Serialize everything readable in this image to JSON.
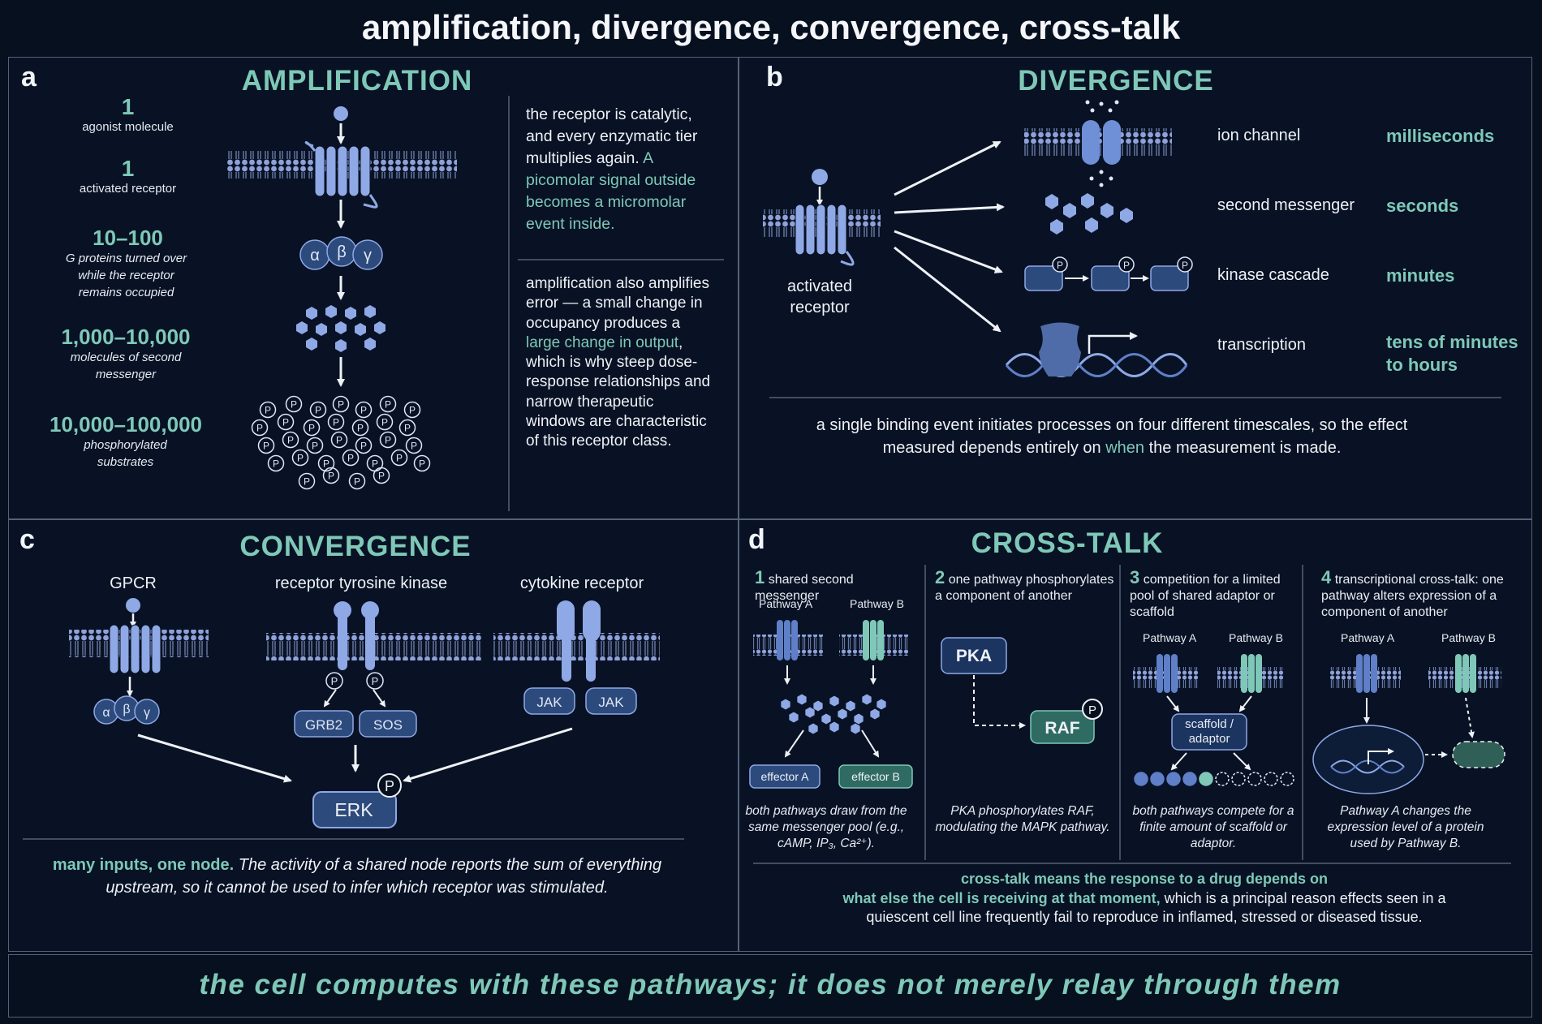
{
  "title": "amplification, divergence, convergence, cross-talk",
  "panel_a": {
    "letter": "a",
    "heading": "AMPLIFICATION",
    "tiers": [
      {
        "count": "1",
        "desc": "agonist molecule"
      },
      {
        "count": "1",
        "desc": "activated receptor"
      },
      {
        "count": "10–100",
        "desc": "G proteins turned over while the receptor remains occupied"
      },
      {
        "count": "1,000–10,000",
        "desc": "molecules of second messenger"
      },
      {
        "count": "10,000–100,000",
        "desc": "phosphorylated substrates"
      }
    ],
    "g_alpha": "α",
    "g_beta": "β",
    "g_gamma": "γ",
    "p_mark": "P",
    "note1": "the receptor is catalytic, and every enzymatic tier multiplies again.",
    "note1_highlight": "A picomolar signal outside becomes a micromolar event inside.",
    "note2_pre": "amplification also amplifies error — a small change in occupancy produces a",
    "note2_highlight": "large change in output",
    "note2_post": ", which is why steep dose-response relationships and narrow therapeutic windows are characteristic of this receptor class."
  },
  "panel_b": {
    "letter": "b",
    "heading": "DIVERGENCE",
    "receptor_label": "activated receptor",
    "branches": [
      {
        "name": "ion channel",
        "timescale": "milliseconds"
      },
      {
        "name": "second messenger",
        "timescale": "seconds"
      },
      {
        "name": "kinase cascade",
        "timescale": "minutes"
      },
      {
        "name": "transcription",
        "timescale": "tens of minutes to hours"
      }
    ],
    "caption_pre": "a single binding event initiates processes on four different timescales, so the effect measured depends entirely on",
    "caption_highlight": "when",
    "caption_post": "the measurement is made."
  },
  "panel_c": {
    "letter": "c",
    "heading": "CONVERGENCE",
    "receptors": [
      "GPCR",
      "receptor tyrosine kinase",
      "cytokine receptor"
    ],
    "adaptors": [
      "GRB2",
      "SOS"
    ],
    "jak": "JAK",
    "node": "ERK",
    "caption_highlight": "many inputs, one node.",
    "caption": "The activity of a shared node reports the sum of everything upstream, so it cannot be used to infer which receptor was stimulated."
  },
  "panel_d": {
    "letter": "d",
    "heading": "CROSS-TALK",
    "modes": [
      {
        "n": "1",
        "title": "shared second messenger",
        "caption": "both pathways draw from the same messenger pool (e.g., cAMP, IP₃, Ca²⁺)."
      },
      {
        "n": "2",
        "title": "one pathway phosphorylates a component of another",
        "caption": "PKA phosphorylates RAF, modulating the MAPK pathway."
      },
      {
        "n": "3",
        "title": "competition for a limited pool of shared adaptor or scaffold",
        "caption": "both pathways compete for a finite amount of scaffold or adaptor."
      },
      {
        "n": "4",
        "title": "transcriptional cross-talk: one pathway alters expression of a component of another",
        "caption": "Pathway A changes the expression level of a protein used by Pathway B."
      }
    ],
    "pathway_a": "Pathway A",
    "pathway_b": "Pathway B",
    "effector_a": "effector A",
    "effector_b": "effector B",
    "pka": "PKA",
    "raf": "RAF",
    "scaffold": "scaffold / adaptor",
    "caption_highlight_1": "cross-talk means the response to a drug depends on",
    "caption_highlight_2": "what else the cell is receiving at that moment,",
    "caption_rest": "which is a principal reason effects seen in a quiescent cell line frequently fail to reproduce in inflamed, stressed or diseased tissue."
  },
  "footer": "the cell computes with these pathways; it does not merely relay through them",
  "colors": {
    "background": "#07101f",
    "accent_teal": "#7fc8b8",
    "membrane": "#8fa1d8",
    "protein": "#2c4a7c",
    "border": "#55617a"
  }
}
